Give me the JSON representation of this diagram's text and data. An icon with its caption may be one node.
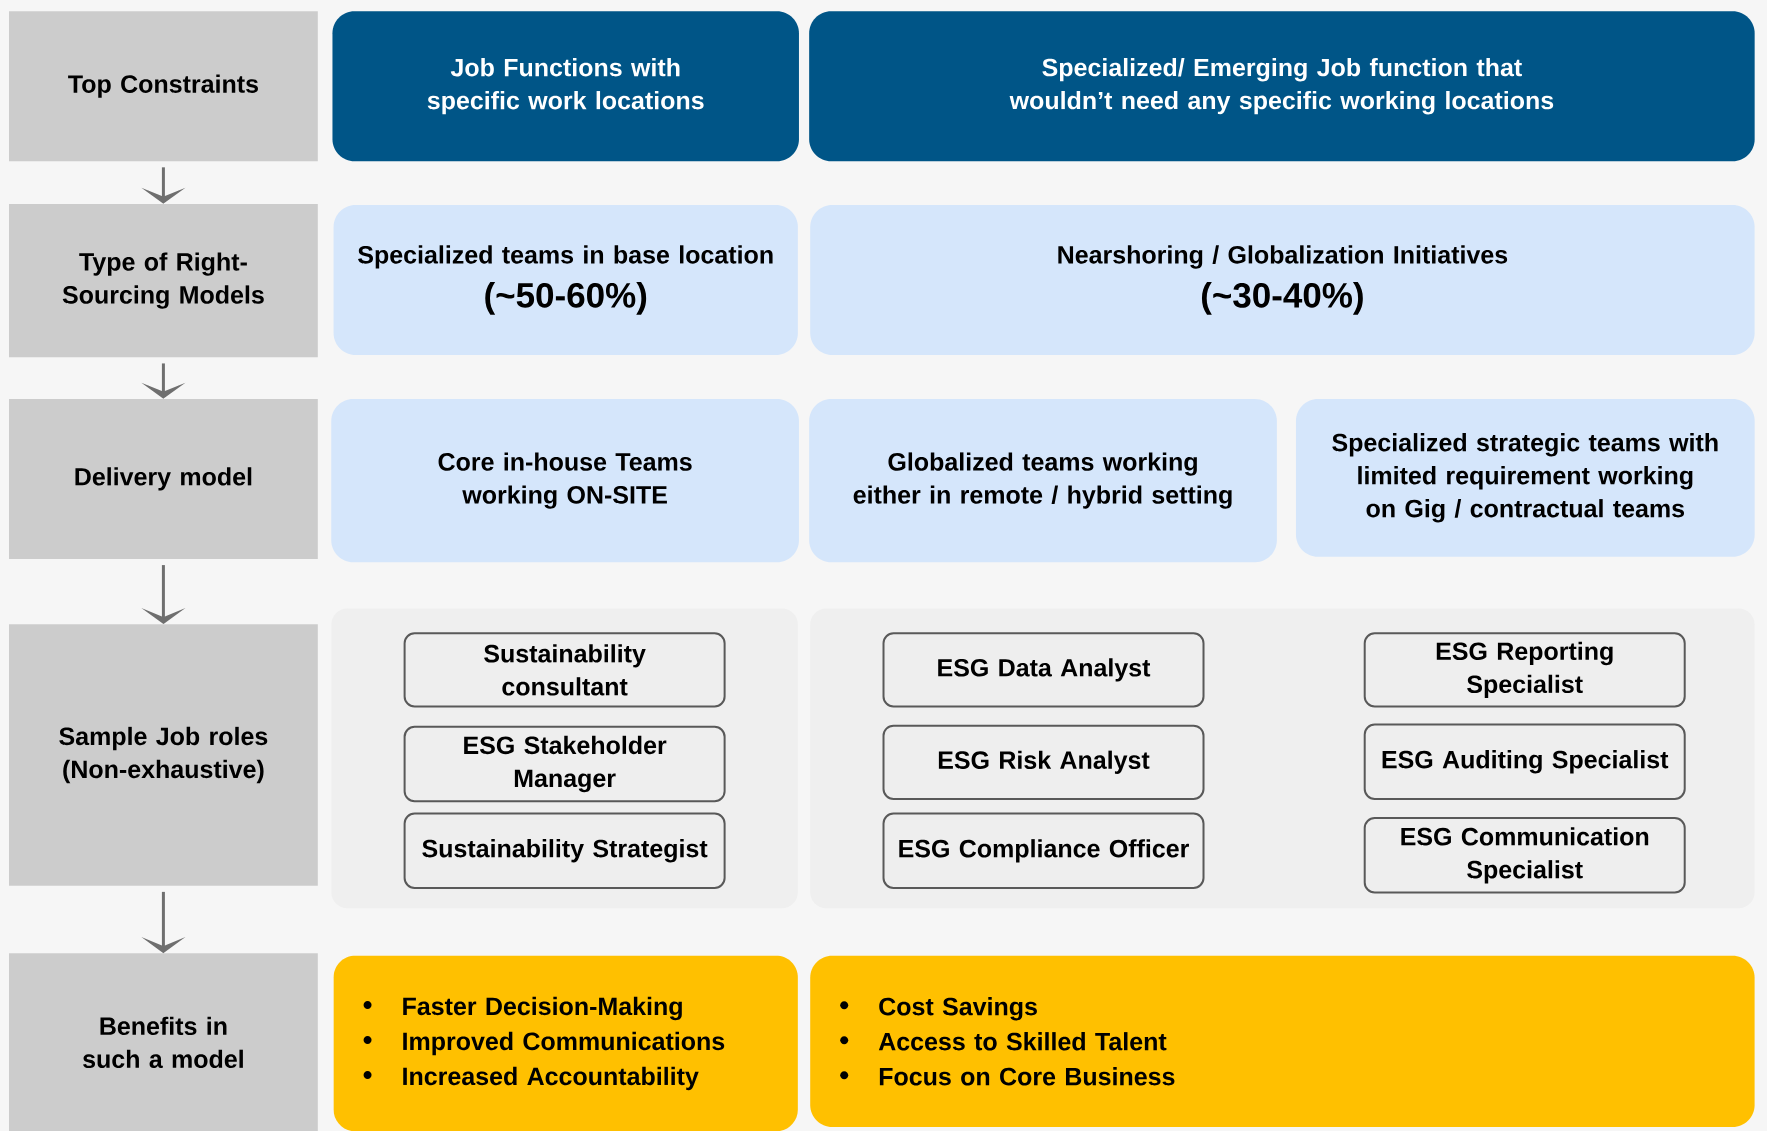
{
  "diagram": {
    "nodes": [
      {
        "text": [
          "Top Constraints"
        ]
      },
      {
        "text": [
          "Job Functions with specific work locations"
        ]
      },
      {
        "text": [
          "Specialized/ Emerging Job function that wouldn’t need any specific working locations"
        ]
      },
      {
        "text": [
          "Type of Right-Sourcing Models"
        ]
      },
      {
        "text": [
          "Specialized teams in base location",
          "(~50-60%)"
        ]
      },
      {
        "text": [
          "Nearshoring / Globalization Initiatives",
          "(~30-40%)"
        ]
      },
      {
        "text": [
          "Delivery model"
        ]
      },
      {
        "text": [
          "Core in-house Teams working ON-SITE"
        ]
      },
      {
        "text": [
          "Globalized teams working either in remote / hybrid setting"
        ]
      },
      {
        "text": [
          "Specialized strategic teams with limited requirement working on Gig / contractual teams"
        ]
      },
      {
        "text": [
          "Sample Job roles (Non-exhaustive)"
        ]
      },
      {
        "text": [],
        "shape": "box"
      },
      {
        "text": [
          "Sustainability consultant"
        ],
        "in": 11
      },
      {
        "text": [
          "ESG Stakeholder Manager"
        ],
        "in": 11
      },
      {
        "text": [
          "Sustainability Strategist"
        ],
        "in": 11
      },
      {
        "text": [],
        "shape": "box"
      },
      {
        "text": [
          "ESG Data Analyst"
        ],
        "in": 15
      },
      {
        "text": [
          "ESG Risk Analyst"
        ],
        "in": 15
      },
      {
        "text": [
          "ESG Compliance Officer"
        ],
        "in": 15
      },
      {
        "text": [
          "ESG Reporting Specialist"
        ],
        "in": 15
      },
      {
        "text": [
          "ESG Auditing Specialist"
        ],
        "in": 15
      },
      {
        "text": [
          "ESG Communication Specialist"
        ],
        "in": 15
      },
      {
        "text": [
          "Benefits in such a model"
        ]
      },
      {
        "text": [
          "Faster Decision-Making",
          "Improved Communications",
          "Increased Accountability"
        ]
      },
      {
        "text": [
          "Cost Savings",
          "Access to Skilled Talent",
          "Focus on Core Business"
        ]
      }
    ],
    "edges": [
      {
        "from": 0,
        "to": 3,
        "arrow": "to"
      },
      {
        "from": 3,
        "to": 6,
        "arrow": "to"
      },
      {
        "from": 6,
        "to": 10,
        "arrow": "to"
      },
      {
        "from": 10,
        "to": 22,
        "arrow": "to"
      }
    ]
  }
}
